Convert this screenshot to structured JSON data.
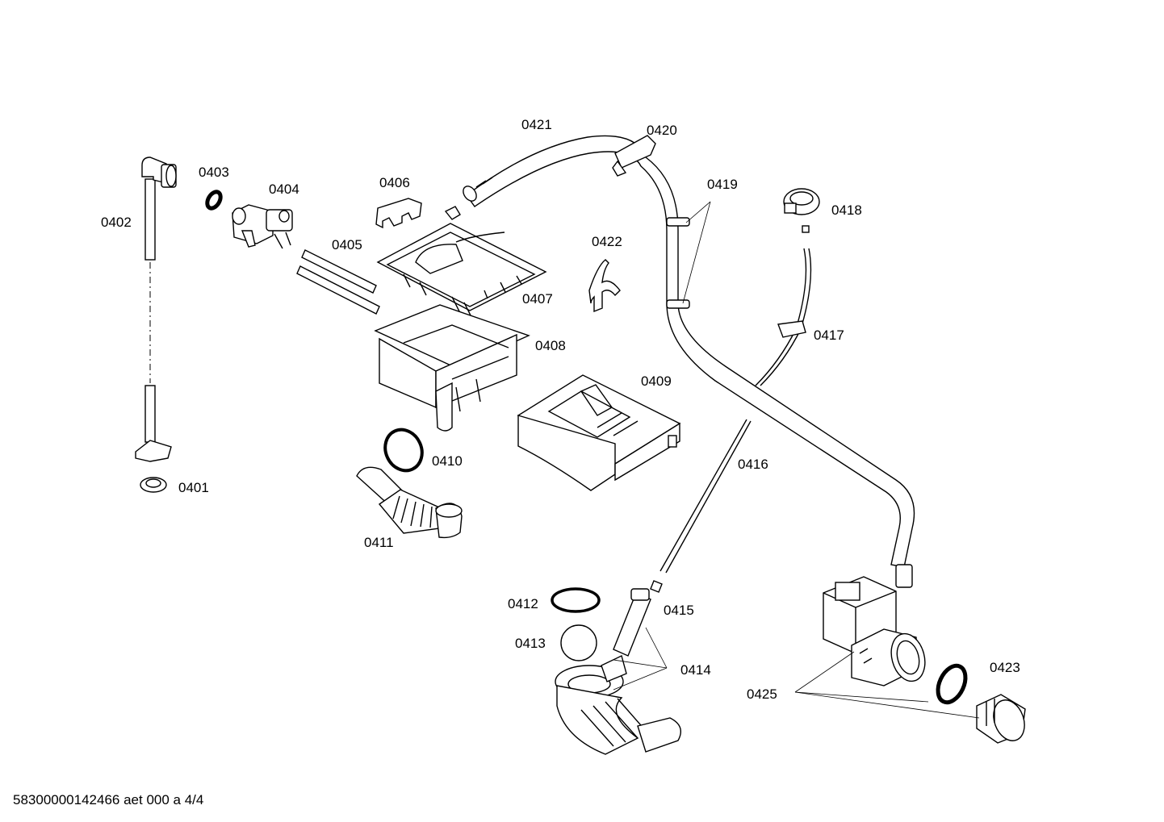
{
  "labels": {
    "l0401": "0401",
    "l0402": "0402",
    "l0403": "0403",
    "l0404": "0404",
    "l0405": "0405",
    "l0406": "0406",
    "l0407": "0407",
    "l0408": "0408",
    "l0409": "0409",
    "l0410": "0410",
    "l0411": "0411",
    "l0412": "0412",
    "l0413": "0413",
    "l0414": "0414",
    "l0415": "0415",
    "l0416": "0416",
    "l0417": "0417",
    "l0418": "0418",
    "l0419": "0419",
    "l0420": "0420",
    "l0421": "0421",
    "l0422": "0422",
    "l0423": "0423",
    "l0425": "0425"
  },
  "footer": "58300000142466 aet 000 a 4/4"
}
